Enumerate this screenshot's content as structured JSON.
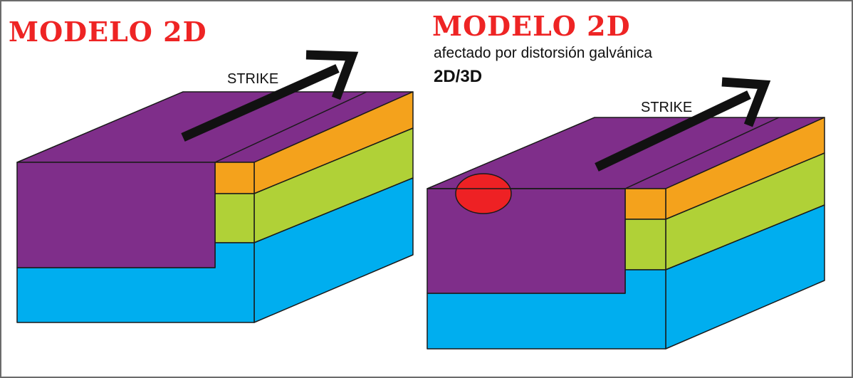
{
  "colors": {
    "title": "#ee2424",
    "purple": "#7f2e8a",
    "orange": "#f4a21c",
    "green": "#b0d137",
    "blue": "#00aeef",
    "anomaly": "#ee2124",
    "arrow": "#111111",
    "outline": "#1a1a1a",
    "frame": "#6b6b6b"
  },
  "left_panel": {
    "title": "MODELO 2D",
    "strike_label": "STRIKE"
  },
  "right_panel": {
    "title": "MODELO 2D",
    "subtitle": "afectado por distorsión galvánica",
    "dimension_label": "2D/3D",
    "strike_label": "STRIKE"
  },
  "icons": [
    "strike-arrow-icon",
    "galvanic-anomaly-icon"
  ]
}
